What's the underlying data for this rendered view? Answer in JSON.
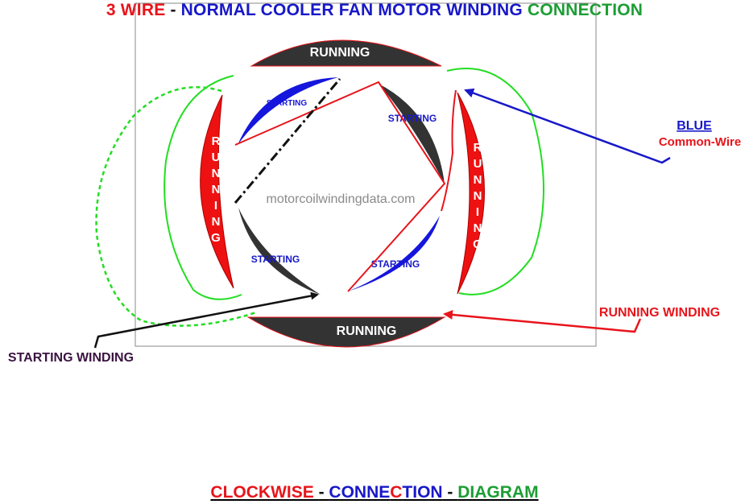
{
  "title": {
    "part1": "3 WIRE",
    "sep1": " - ",
    "part2": "NORMAL COOLER FAN MOTOR WINDING",
    "sep2": "  ",
    "part3": "CONNECTION"
  },
  "diagram": {
    "running_top": "RUNNING",
    "running_bottom": "RUNNING",
    "running_left": "RUNNING",
    "running_right": "RUNNING",
    "starting_top_left": "STARTING",
    "starting_top_right": "STARTING",
    "starting_bottom_left": "STARTING",
    "starting_bottom_right": "STARTING",
    "watermark": "motorcoilwindingdata.com"
  },
  "labels": {
    "blue": "BLUE",
    "common_wire": "Common-Wire",
    "running_winding": "RUNNING WINDING",
    "starting_winding": "STARTING WINDING"
  },
  "footer": {
    "part1": "CLOCKWISE ",
    "sep1": "- ",
    "part2a": "CONNE",
    "part2b": "C",
    "part2c": "TION",
    "sep2": " - ",
    "part3": "DIAGRAM"
  },
  "colors": {
    "running_pole": "#333333",
    "side_pole": "#ee1111",
    "starting_blue": "#1515dd",
    "wire_green": "#22dd22",
    "wire_red": "#e8141b",
    "wire_blue": "#1818c9"
  }
}
